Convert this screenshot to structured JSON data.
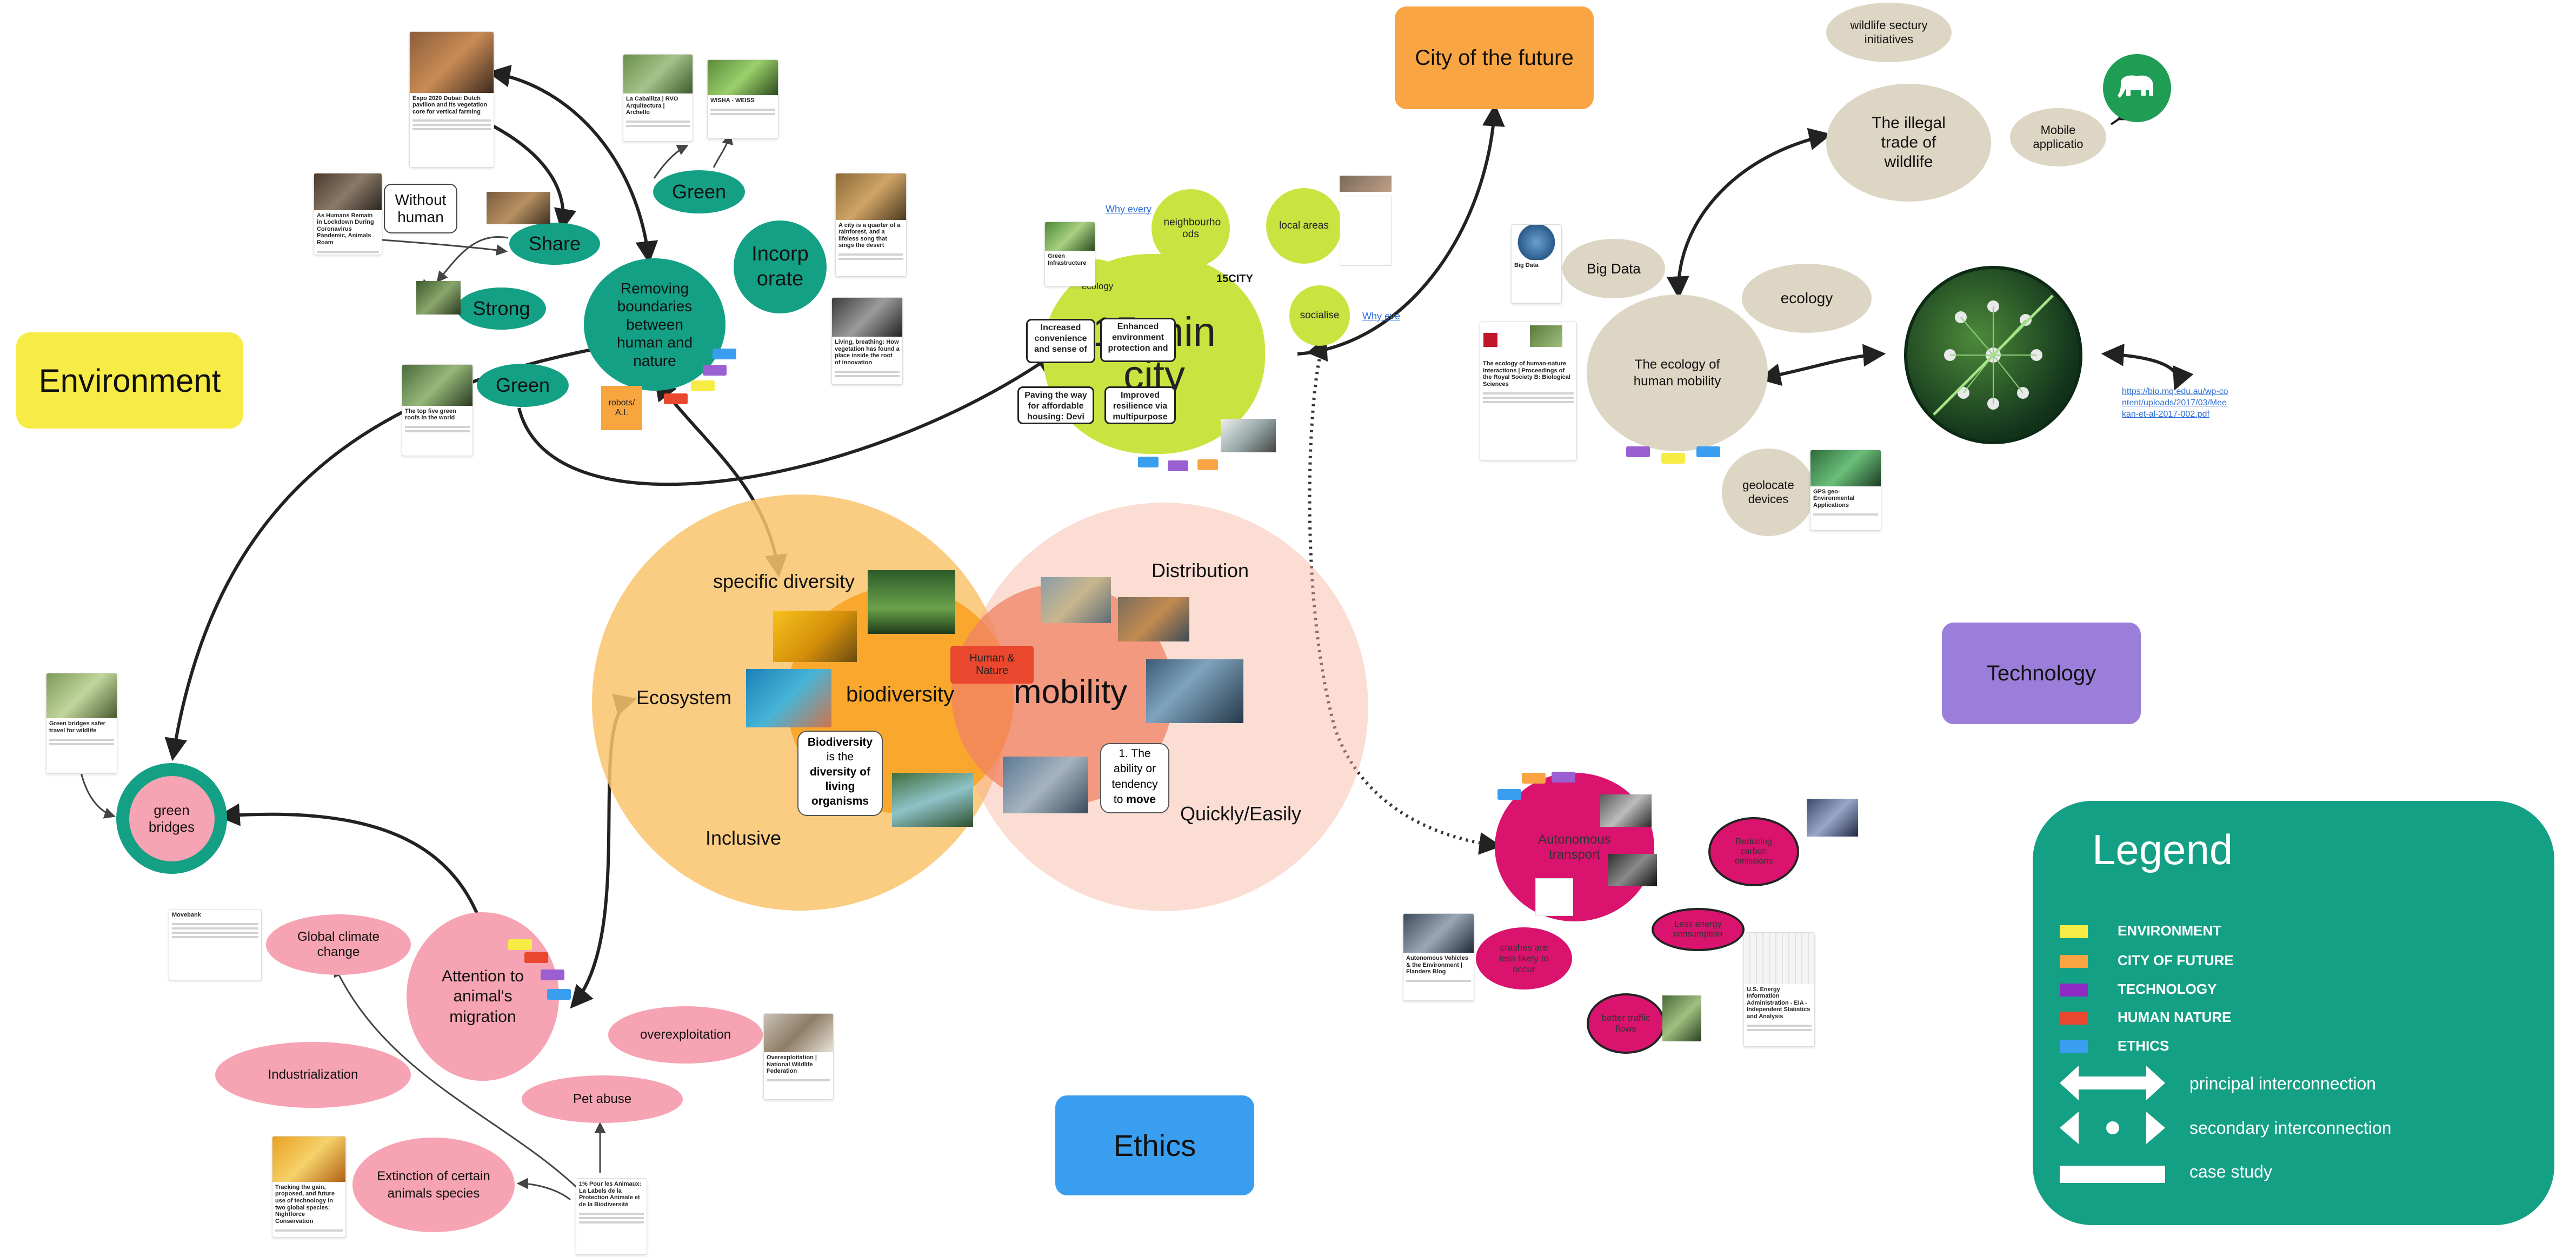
{
  "frames": {
    "environment": "Environment",
    "city_future": "City of the future",
    "technology": "Technology",
    "ethics": "Ethics"
  },
  "colors": {
    "environment": "#f7ec45",
    "city_future": "#f9a543",
    "technology": "#9a7ed9",
    "ethics": "#3a9ef0",
    "human_nature": "#e9472e",
    "teal": "#14a085",
    "pink": "#f6a3b3",
    "magenta": "#d9136e",
    "lime": "#c9e440",
    "beige": "#ddd6c4"
  },
  "venn": {
    "left_label": "biodiversity",
    "right_label": "mobility",
    "center_tag": "Human & Nature",
    "specific_diversity": "specific diversity",
    "ecosystem": "Ecosystem",
    "inclusive": "Inclusive",
    "distribution": "Distribution",
    "quickly": "Quickly/Easily",
    "bio_def": {
      "line1": "Biodiversity",
      "line2": "is the",
      "line3": "diversity of",
      "line4": "living",
      "line5": "organisms"
    },
    "mob_def": {
      "line1": "1. The",
      "line2": "ability or",
      "line3": "tendency",
      "line4": "to",
      "line5": "move"
    }
  },
  "environment_nodes": {
    "removing": "Removing boundaries between human and nature",
    "share": "Share",
    "strong": "Strong",
    "green1": "Green",
    "green2": "Green",
    "incorporate": "Incorp orate",
    "without_human": "Without human",
    "robots": "robots/ A.I.",
    "green_bridges": "green bridges"
  },
  "ethics_nodes": {
    "attention": "Attention to animal's migration",
    "global_climate": "Global climate change",
    "industrialization": "Industrialization",
    "overexploitation": "overexploitation",
    "pet_abuse": "Pet abuse",
    "extinction": "Extinction of certain animals species"
  },
  "city_nodes": {
    "title": "15 min city",
    "neighbourhoods": "neighbourho ods",
    "local_areas": "local areas",
    "ecology": "ecology",
    "socialise": "socialise",
    "why_every1": "Why every",
    "why_every2": "Why eve",
    "increased": "Increased convenience and sense of",
    "enhanced": "Enhanced environment protection and",
    "paving": "Paving the way for affordable housing: Devi",
    "improved": "Improved resilience via multipurpose",
    "logo": "15CITY"
  },
  "tech_nodes": {
    "wildlife_security": "wildlife sectury initiatives",
    "illegal_trade": "The illegal trade of wildlife",
    "mobile_app": "Mobile applicatio",
    "big_data": "Big Data",
    "ecology": "ecology",
    "ecology_human": "The ecology of human mobility",
    "geolocate": "geolocate devices",
    "link": "https://bio.mq.edu.au/wp-content/uploads/2017/03/Meekan-et-al-2017-002.pdf"
  },
  "magenta_nodes": {
    "autonomous": "Autonomous transport",
    "reducing": "Reducing carbon emissions",
    "crashes": "crashes are less likely to occur",
    "less_energy": "Less energy consumption",
    "better_traffic": "better traffic flows"
  },
  "cards": [
    {
      "title": "Expo 2020 Dubai: Dutch pavilion and its vegetation core for vertical farming"
    },
    {
      "title": "La Caballiza | RVO Arquitectura | Archello"
    },
    {
      "title": "WISHA - WEISS"
    },
    {
      "title": "As Humans Remain in Lockdown During Coronavirus Pandemic, Animals Roam"
    },
    {
      "title": "A city is a quarter of a rainforest, and a lifeless song that sings the desert"
    },
    {
      "title": "Living, breathing: How vegetation has found a place inside the root of innovation"
    },
    {
      "title": "The top five green roofs in the world"
    },
    {
      "title": "Green bridges safer travel for wildlife"
    },
    {
      "title": "Movebank"
    },
    {
      "title": "Overexploitation | National Wildlife Federation"
    },
    {
      "title": "Tracking the gain, proposed, and future use of technology in two global species: Nightforce Conservation"
    },
    {
      "title": "1% Pour les Animaux: La Labels de la Protection Animale et de la Biodiversité"
    },
    {
      "title": "The ecology of human-nature interactions | Proceedings of the Royal Society B: Biological Sciences"
    },
    {
      "title": "GPS geo-Environmental Applications"
    },
    {
      "title": "Autonomous Vehicles & the Environment | Flanders Blog"
    },
    {
      "title": "U.S. Energy Information Administration - EIA - Independent Statistics and Analysis"
    },
    {
      "title": "Big Data"
    },
    {
      "title": "Green Infrastructure"
    }
  ],
  "legend": {
    "title": "Legend",
    "items": [
      {
        "label": "ENVIRONMENT",
        "color": "#f7ec45"
      },
      {
        "label": "CITY OF FUTURE",
        "color": "#f9a543"
      },
      {
        "label": "TECHNOLOGY",
        "color": "#8e2bc4"
      },
      {
        "label": "HUMAN NATURE",
        "color": "#e9472e"
      },
      {
        "label": "ETHICS",
        "color": "#3a9ef0"
      }
    ],
    "principal": "principal interconnection",
    "secondary": "secondary interconnection",
    "case_study": "case study"
  }
}
